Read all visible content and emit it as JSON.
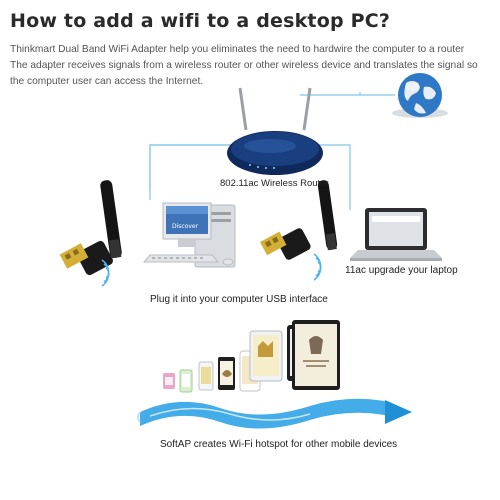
{
  "heading": "How to add a wifi to a desktop PC?",
  "description": [
    "Thinkmart Dual Band WiFi Adapter help you eliminates the need to hardwire the computer to a router",
    "The adapter receives signals from a wireless router or other wireless device and translates the signal so",
    "the computer user can access the Internet."
  ],
  "router_caption": "802.11ac Wireless Router",
  "laptop_caption": "11ac upgrade your laptop",
  "usb_caption": "Plug it into your computer USB interface",
  "softap_caption": "SoftAP creates Wi-Fi hotspot for other mobile devices",
  "colors": {
    "connector_line": "#7fc8e6",
    "arrow": "#3aa9e8",
    "globe": "#2f78c6"
  }
}
